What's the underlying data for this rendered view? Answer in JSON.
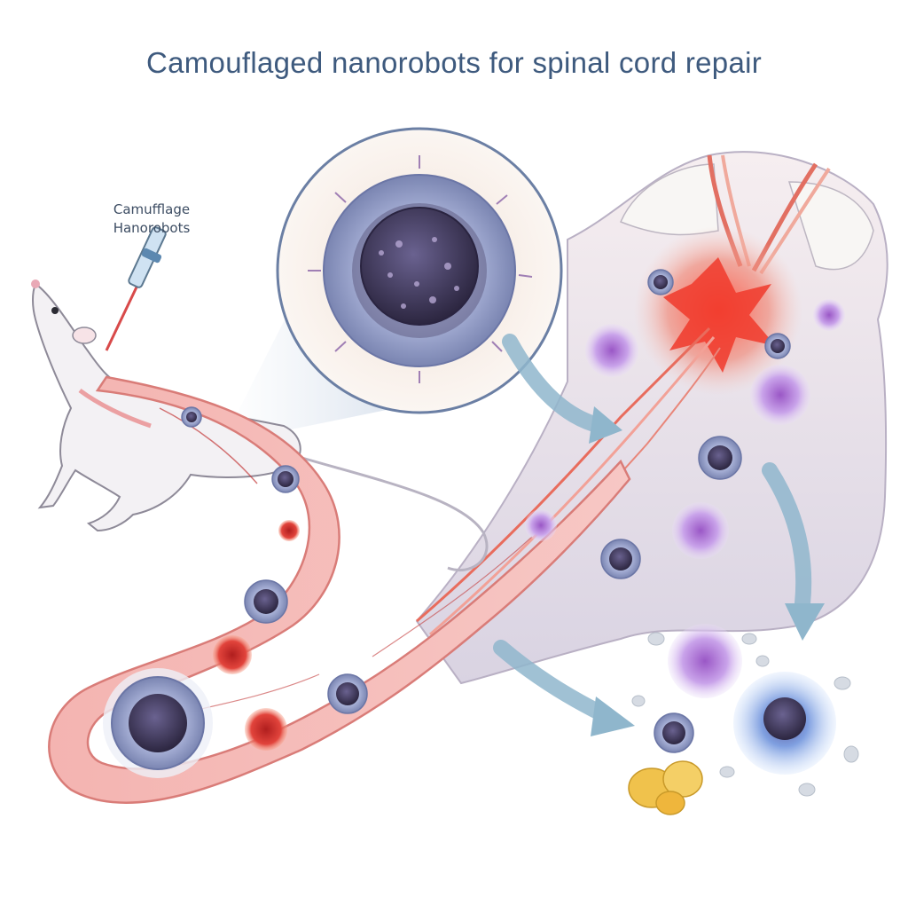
{
  "title": "Camouflaged nanorobots for spinal cord repair",
  "label": {
    "line1": "Camufflage",
    "line2": "Hanorobots"
  },
  "colors": {
    "title": "#3e5a7e",
    "vessel": "#f2a9a9",
    "nanorobot_shell": "#8f9bc4",
    "nanorobot_core": "#3e3457",
    "lesion": "#e8493a",
    "arrow": "#8fb6cc",
    "microglia": "#b98ad8",
    "repair_cell_blue": "#8fb2e6",
    "repair_cell_yellow": "#f0c24c"
  },
  "icons": [
    "syringe-icon",
    "rat-illustration",
    "blood-vessel",
    "spinal-cord-section",
    "nanorobot-zoom-circle"
  ]
}
